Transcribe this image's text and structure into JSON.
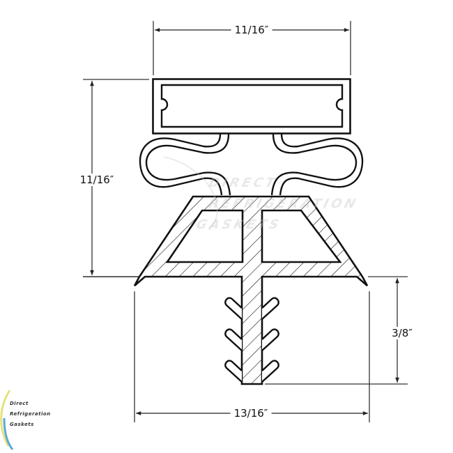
{
  "diagram": {
    "subject": "Refrigeration door gasket profile",
    "dimensions": {
      "top_width": "11/16″",
      "left_height": "11/16″",
      "dart_height": "3/8″",
      "base_width": "13/16″"
    },
    "watermark": {
      "line1": "DIRECT",
      "line2": "REFRIGERATION",
      "line3": "GASKETS"
    },
    "logo": {
      "line1": "Direct",
      "line2": "Refrigeration",
      "line3": "Gaskets",
      "colors": {
        "arc_yellow": "#e6e27a",
        "arc_blue": "#5aa9d6"
      }
    },
    "colors": {
      "stroke": "#111111",
      "dimension_line": "#333333",
      "background": "#ffffff"
    }
  }
}
